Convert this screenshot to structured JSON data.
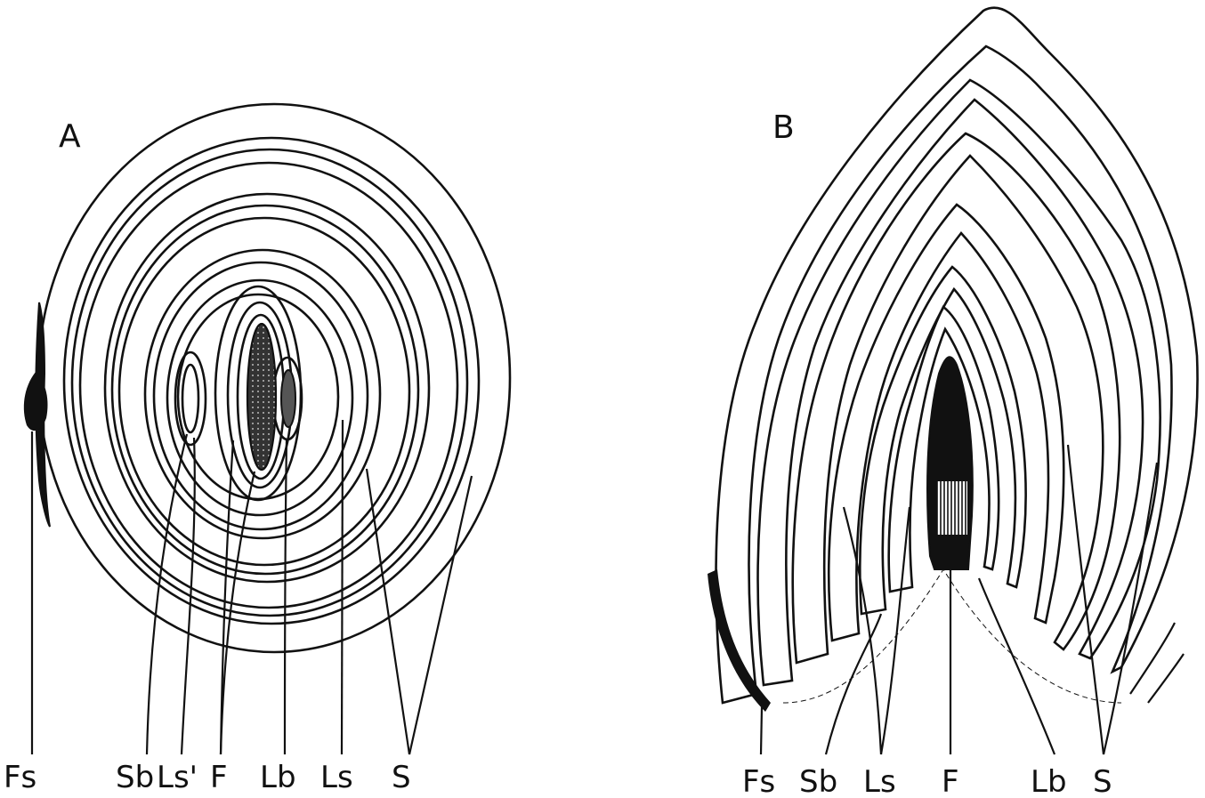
{
  "panels": [
    {
      "id": "A",
      "label": "A",
      "callouts": [
        "Fs",
        "Sb",
        "Ls'",
        "F",
        "Lb",
        "Ls",
        "S"
      ]
    },
    {
      "id": "B",
      "label": "B",
      "callouts": [
        "Fs",
        "Sb",
        "Ls",
        "F",
        "Lb",
        "S"
      ]
    }
  ]
}
